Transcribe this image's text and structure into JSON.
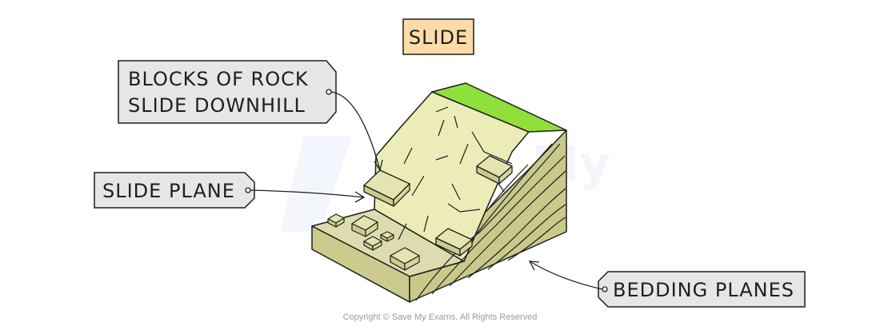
{
  "title": "SLIDE",
  "labels": {
    "blocks_line1": "BLOCKS OF ROCK",
    "blocks_line2": "SLIDE DOWNHILL",
    "slide_plane": "SLIDE PLANE",
    "bedding_planes": "BEDDING PLANES"
  },
  "copyright": "Copyright © Save My Exams. All Rights Reserved",
  "colors": {
    "title_box": "#fddcaa",
    "label_box": "#e6e6e6",
    "grass": "#8fe03a",
    "slope_face": "#ececb8",
    "side_face": "#c9c98a",
    "base_top": "#dcdcae",
    "base_front": "#cbcb8e",
    "outline": "#1e1e1e"
  }
}
